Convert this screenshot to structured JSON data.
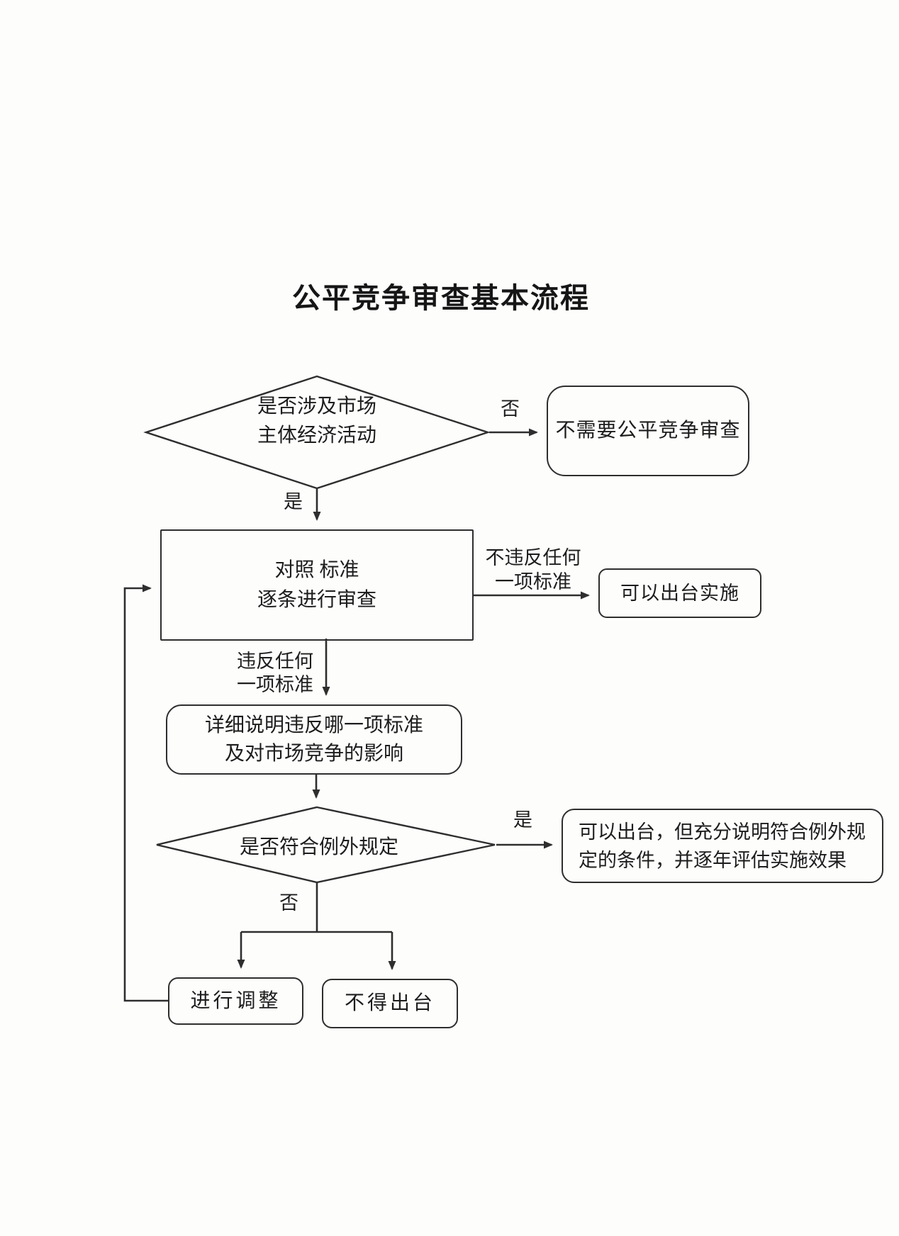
{
  "page": {
    "title": "公平竞争审查基本流程"
  },
  "nodes": {
    "decision_market": {
      "line1": "是否涉及市场",
      "line2": "主体经济活动"
    },
    "no_review": {
      "label": "不需要公平竞争审查"
    },
    "review": {
      "line1": "对照 标准",
      "line2": "逐条进行审查"
    },
    "can_issue": {
      "label": "可以出台实施"
    },
    "explain": {
      "line1": "详细说明违反哪一项标准",
      "line2": "及对市场竞争的影响"
    },
    "decision_exception": {
      "label": "是否符合例外规定"
    },
    "issue_conditional": {
      "line1": "可以出台，但充分说明符合例外规",
      "line2": "定的条件，并逐年评估实施效果"
    },
    "adjust": {
      "label": "进行调整"
    },
    "no_issue": {
      "label": "不得出台"
    }
  },
  "edges": {
    "d1_no": "否",
    "d1_yes": "是",
    "no_violation": {
      "line1": "不违反任何",
      "line2": "一项标准"
    },
    "violation": {
      "line1": "违反任何",
      "line2": "一项标准"
    },
    "d2_yes": "是",
    "d2_no": "否"
  },
  "colors": {
    "ink": "#2e2e2e",
    "paper": "#fdfdfc"
  }
}
